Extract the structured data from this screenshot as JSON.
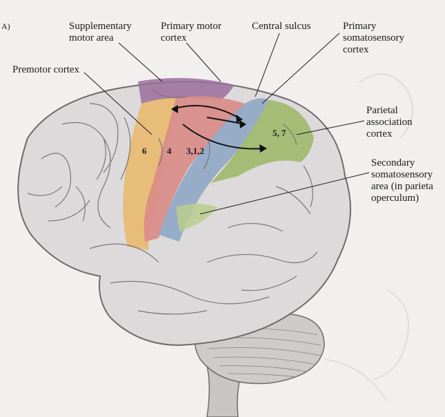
{
  "panel_letter": "A)",
  "labels": {
    "supplementary_motor_area": [
      "Supplementary",
      "motor area"
    ],
    "primary_motor_cortex": [
      "Primary motor",
      "cortex"
    ],
    "central_sulcus": [
      "Central sulcus"
    ],
    "primary_somatosensory_cortex": [
      "Primary",
      "somatosensory",
      "cortex"
    ],
    "premotor_cortex": [
      "Premotor cortex"
    ],
    "parietal_association_cortex": [
      "Parietal",
      "association",
      "cortex"
    ],
    "secondary_somatosensory_area": [
      "Secondary",
      "somatosensory",
      "area (in parieta",
      "operculum)"
    ]
  },
  "area_numbers": {
    "premotor": "6",
    "motor": "4",
    "somatosensory": "3,1,2",
    "parietal": "5, 7"
  },
  "colors": {
    "supplementary_motor": "#9b6d9c",
    "premotor": "#e8b96e",
    "primary_motor": "#d98a86",
    "somatosensory": "#8fa6c4",
    "parietal": "#9fb86c",
    "secondary_somatosensory": "#b9cc8d",
    "brain": "#dcdada",
    "cerebellum": "#cfcbcb"
  }
}
